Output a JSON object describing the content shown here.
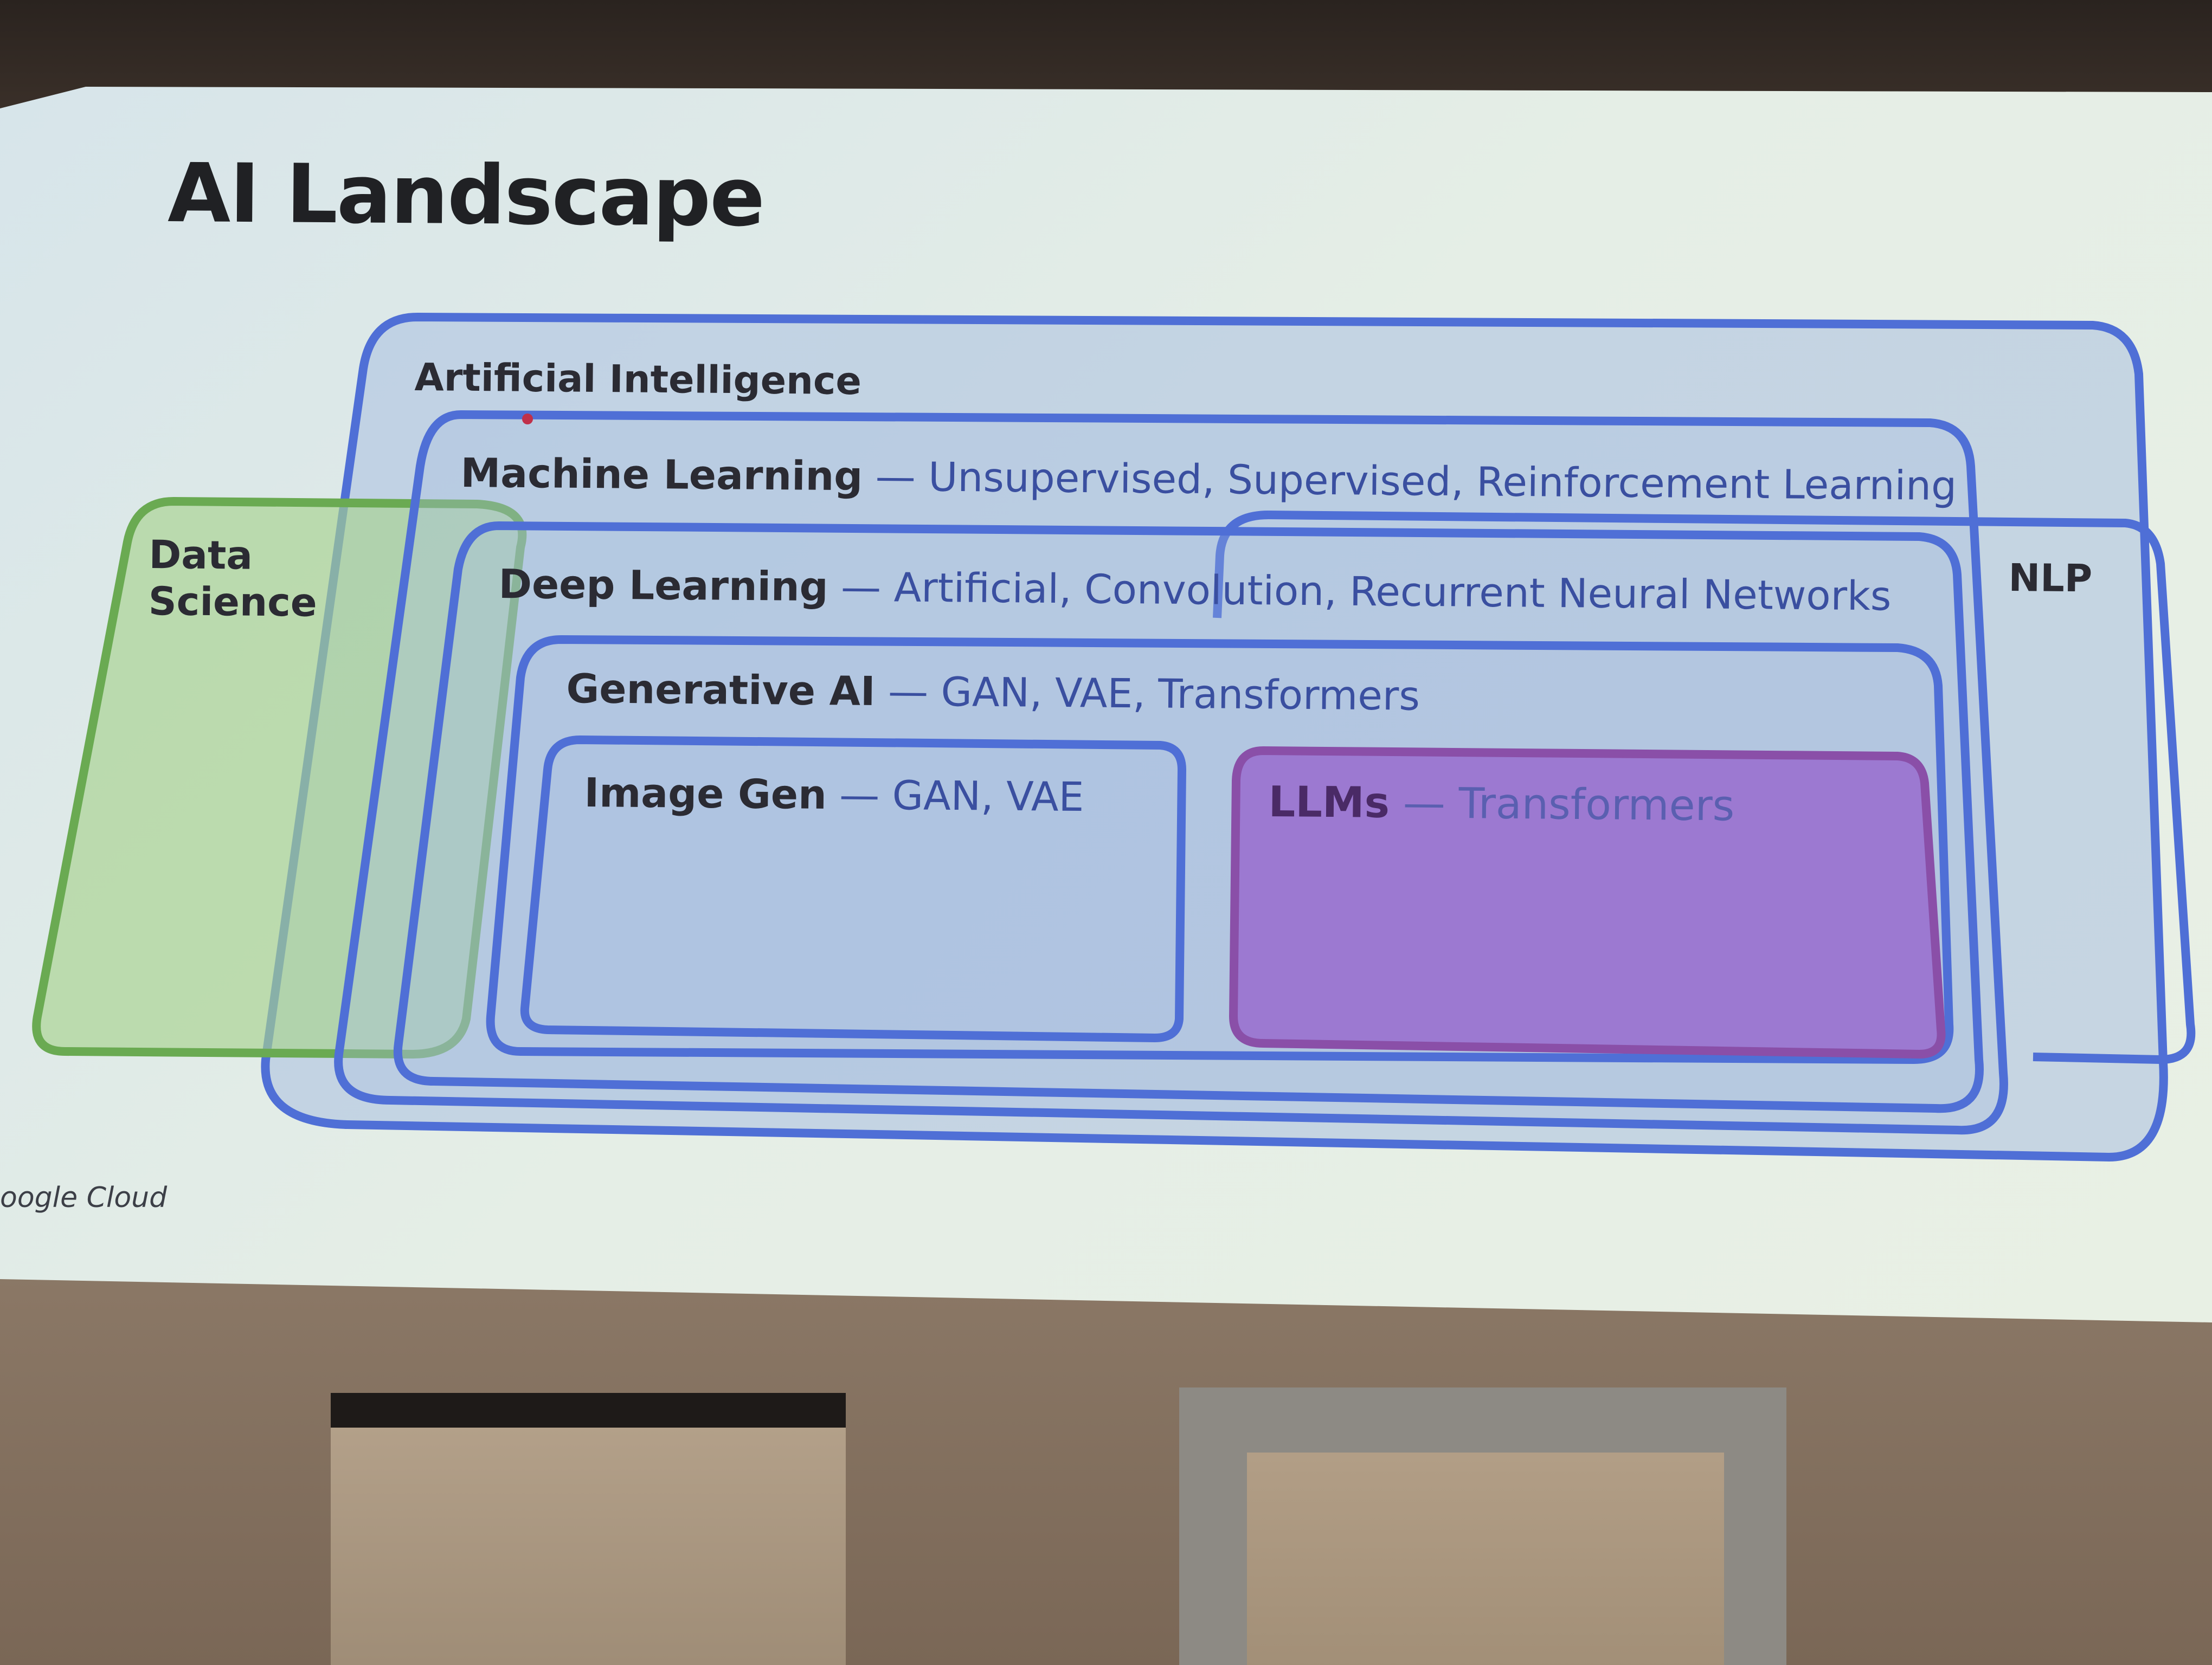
{
  "slide": {
    "title": "AI Landscape",
    "footer": "oogle Cloud"
  },
  "diagram": {
    "ai": {
      "name": "Artificial Intelligence",
      "detail": ""
    },
    "ml": {
      "name": "Machine Learning",
      "detail": " — Unsupervised, Supervised, Reinforcement Learning"
    },
    "dl": {
      "name": "Deep Learning",
      "detail": " — Artificial, Convolution, Recurrent Neural Networks"
    },
    "gen": {
      "name": "Generative AI",
      "detail": " — GAN, VAE, Transformers"
    },
    "img": {
      "name": "Image Gen",
      "detail": " — GAN, VAE"
    },
    "llm": {
      "name": "LLMs",
      "detail": " — Transformers"
    },
    "nlp": {
      "name": "NLP"
    },
    "ds": {
      "name": "Data\nScience"
    }
  },
  "colors": {
    "blue_outline": "#4f6fd6",
    "green_outline": "#6aaa52",
    "green_fill": "#a9d28f",
    "purple_fill": "#9a72cf",
    "purple_outline": "#8a4fa8"
  }
}
